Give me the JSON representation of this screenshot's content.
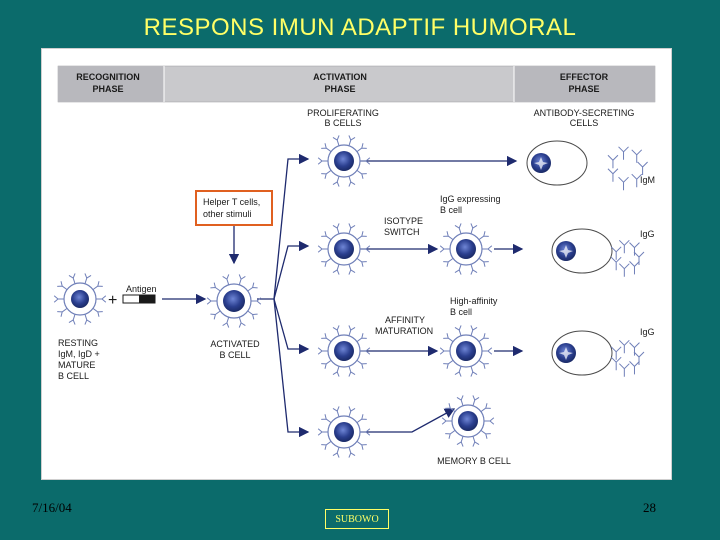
{
  "slide": {
    "title": "RESPONS IMUN ADAPTIF HUMORAL",
    "footer_date": "7/16/04",
    "footer_page": "28",
    "footer_author": "SUBOWO"
  },
  "diagram": {
    "phases": [
      {
        "line1": "RECOGNITION",
        "line2": "PHASE"
      },
      {
        "line1": "ACTIVATION",
        "line2": "PHASE"
      },
      {
        "line1": "EFFECTOR",
        "line2": "PHASE"
      }
    ],
    "labels": {
      "proliferating_1": "PROLIFERATING",
      "proliferating_2": "B CELLS",
      "secreting_1": "ANTIBODY-SECRETING",
      "secreting_2": "CELLS",
      "helper_1": "Helper T cells,",
      "helper_2": "other stimuli",
      "antigen": "Antigen",
      "igg_expressing_1": "IgG expressing",
      "igg_expressing_2": "B cell",
      "isotype_1": "ISOTYPE",
      "isotype_2": "SWITCH",
      "high_affinity_1": "High-affinity",
      "high_affinity_2": "B cell",
      "affinity_1": "AFFINITY",
      "affinity_2": "MATURATION",
      "resting_1": "RESTING",
      "resting_2": "IgM, IgD +",
      "resting_3": "MATURE",
      "resting_4": "B CELL",
      "activated_1": "ACTIVATED",
      "activated_2": "B CELL",
      "memory": "MEMORY B CELL",
      "igm": "IgM",
      "igg_1": "IgG",
      "igg_2": "IgG"
    },
    "colors": {
      "header_fill": "#c9c9cc",
      "nucleus": "#2b3f8f",
      "helper_box_border": "#e06020",
      "arrow": "#1e2a6e"
    }
  }
}
